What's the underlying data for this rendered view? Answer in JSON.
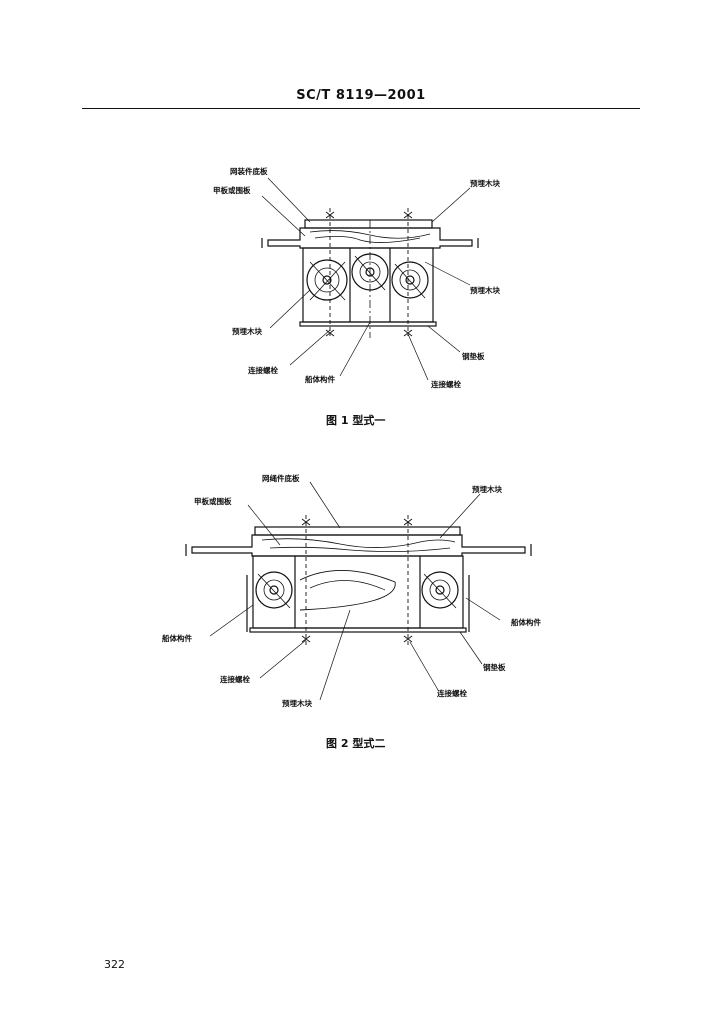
{
  "header": {
    "standard_code": "SC/T 8119—2001"
  },
  "figure1": {
    "caption": "图 1  型式一",
    "labels": {
      "base_plate": "网装件底板",
      "deck_or_coaming": "甲板或围板",
      "embedded_block_top": "预埋木块",
      "embedded_block_right": "预埋木块",
      "embedded_block_left": "预埋木块",
      "connect_bolt_left": "连接螺栓",
      "hull_member": "船体构件",
      "steel_plate": "钢垫板",
      "connect_bolt_right": "连接螺栓"
    }
  },
  "figure2": {
    "caption": "图 2  型式二",
    "labels": {
      "base_plate": "网绳件底板",
      "deck_or_coaming": "甲板或围板",
      "embedded_block_top": "预埋木块",
      "hull_member_left": "船体构件",
      "hull_member_right": "船体构件",
      "connect_bolt_left": "连接螺栓",
      "embedded_block_bottom": "预埋木块",
      "steel_plate": "钢垫板",
      "connect_bolt_right": "连接螺栓"
    }
  },
  "page_number": "322"
}
